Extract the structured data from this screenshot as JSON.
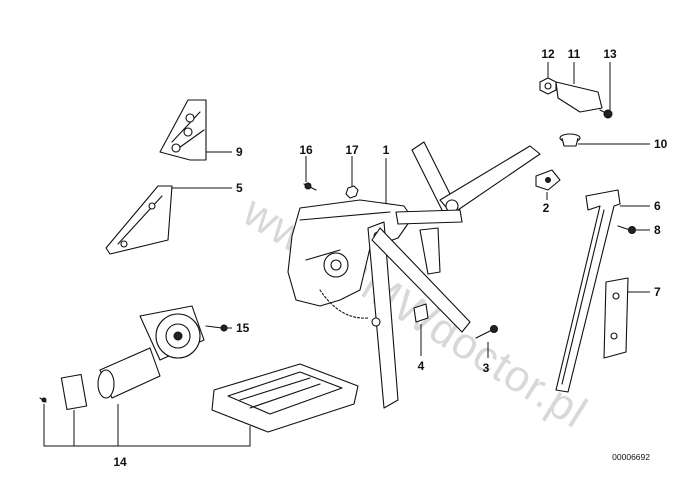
{
  "watermark": "www.BMWdoctor.pl",
  "diagram_code": "00006692",
  "callouts": [
    "1",
    "2",
    "3",
    "4",
    "5",
    "6",
    "7",
    "8",
    "9",
    "10",
    "11",
    "12",
    "13",
    "14",
    "15",
    "16",
    "17"
  ],
  "colors": {
    "line": "#111111",
    "watermark": "#d8d8d8",
    "background": "#ffffff"
  }
}
